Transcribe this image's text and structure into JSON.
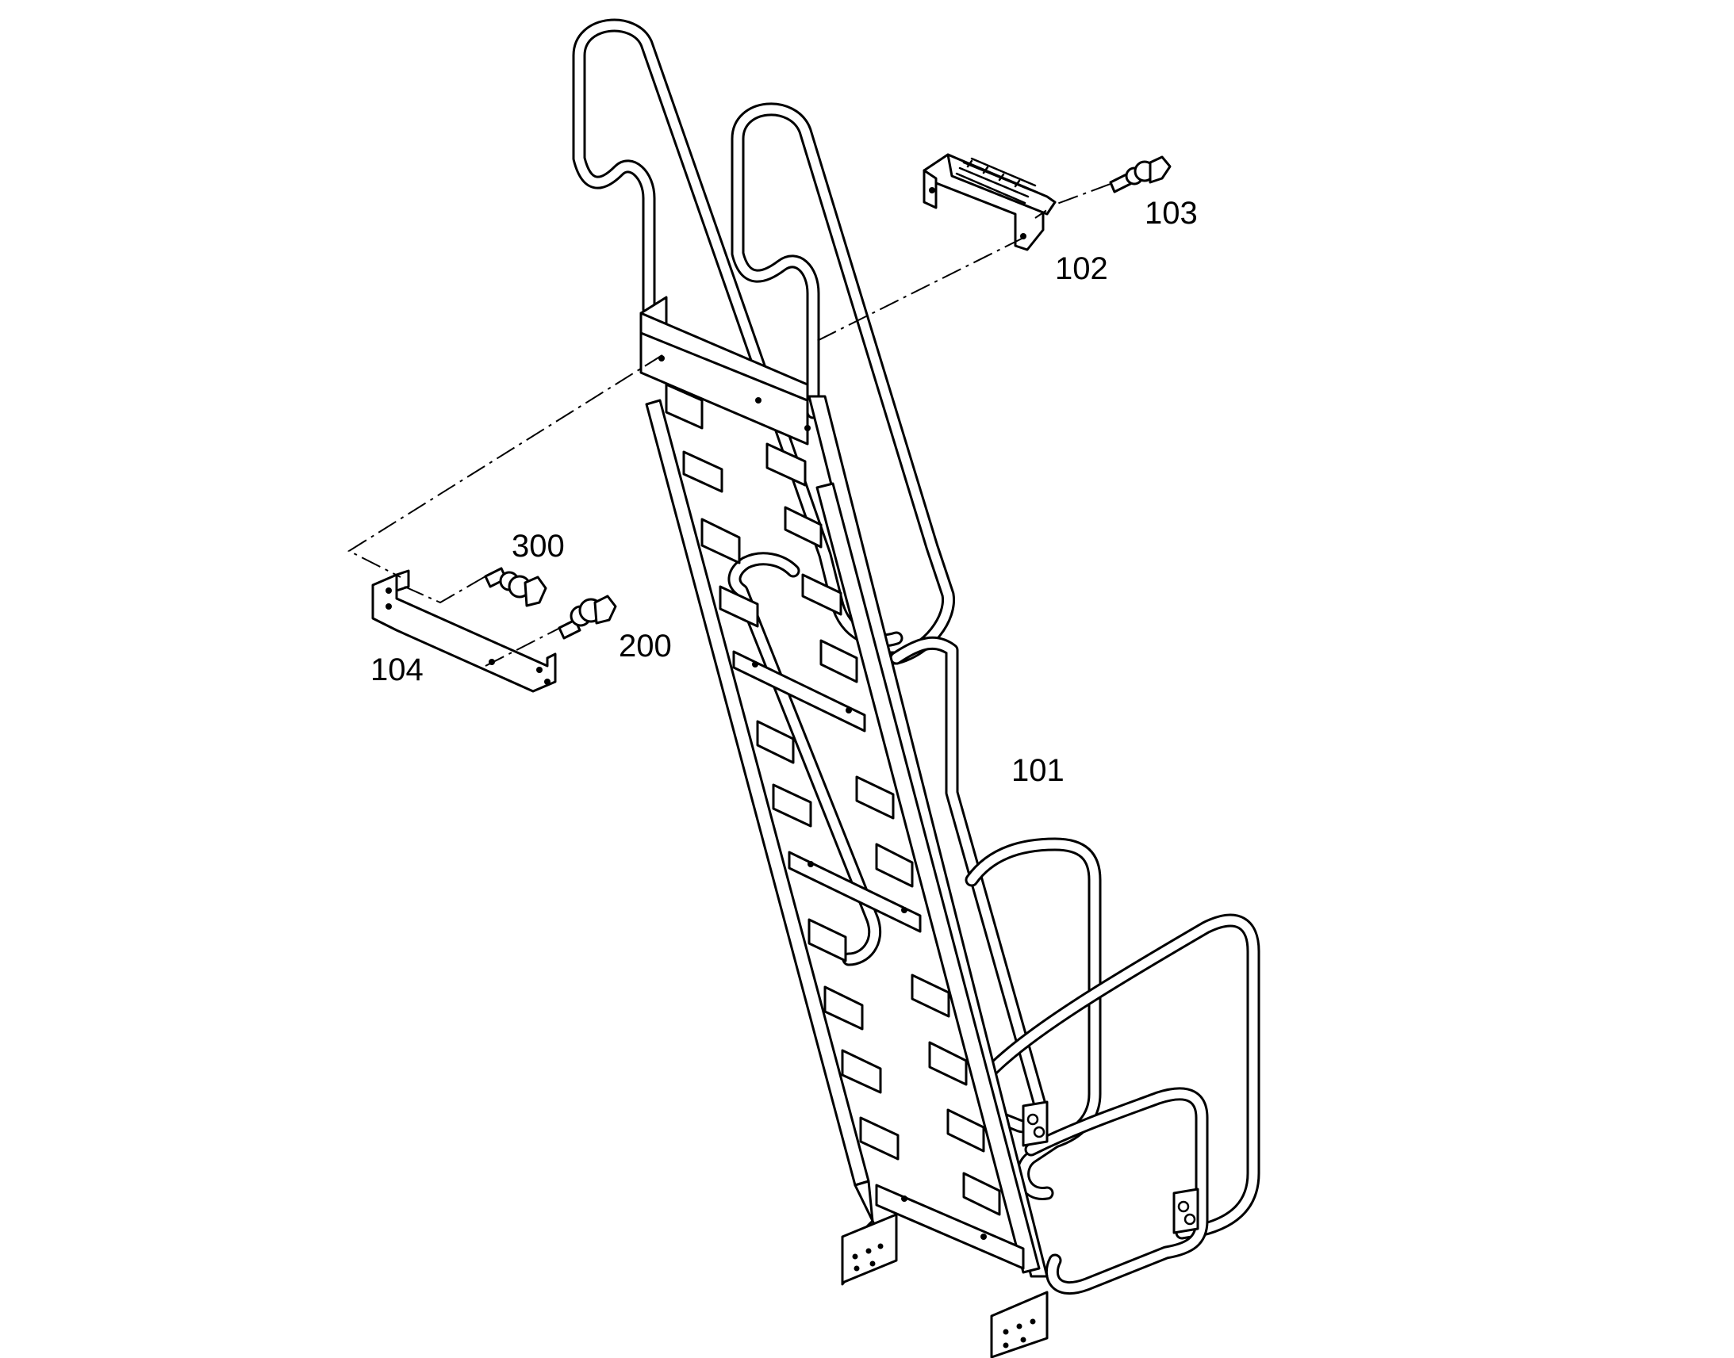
{
  "diagram": {
    "callouts": {
      "ladder_frame": "101",
      "step_plate": "102",
      "step_bolt": "103",
      "mounting_bracket": "104",
      "bolt_200": "200",
      "bolt_300": "300"
    }
  }
}
